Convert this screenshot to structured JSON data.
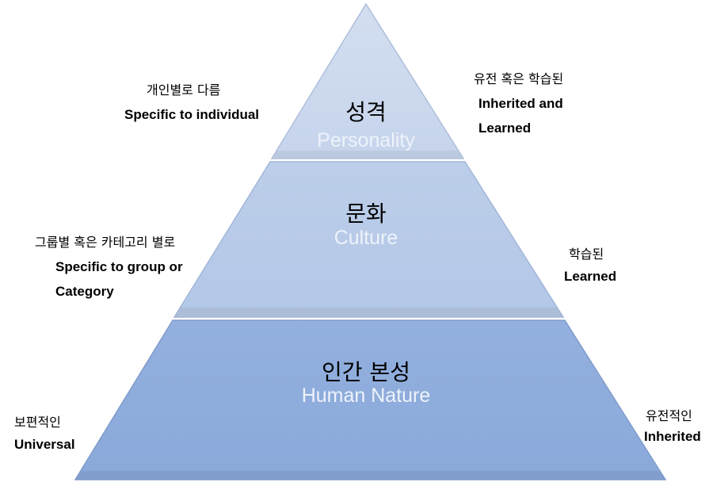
{
  "tiers": [
    {
      "korean": "성격",
      "english": "Personality",
      "color": "#c9d6ec"
    },
    {
      "korean": "문화",
      "english": "Culture",
      "color": "#b6c9e8"
    },
    {
      "korean": "인간 본성",
      "english": "Human Nature",
      "color": "#8eaddb"
    }
  ],
  "left_labels": [
    {
      "korean": "개인별로 다름",
      "english": "Specific to individual"
    },
    {
      "korean": "그룹별 혹은 카테고리 별로",
      "english_1": "Specific to group  or",
      "english_2": "Category"
    },
    {
      "korean": "보편적인",
      "english": "Universal"
    }
  ],
  "right_labels": [
    {
      "korean": "유전 혹은 학습된",
      "english_1": "Inherited and",
      "english_2": "Learned"
    },
    {
      "korean": "학습된",
      "english": "Learned"
    },
    {
      "korean": "유전적인",
      "english": "Inherited"
    }
  ]
}
